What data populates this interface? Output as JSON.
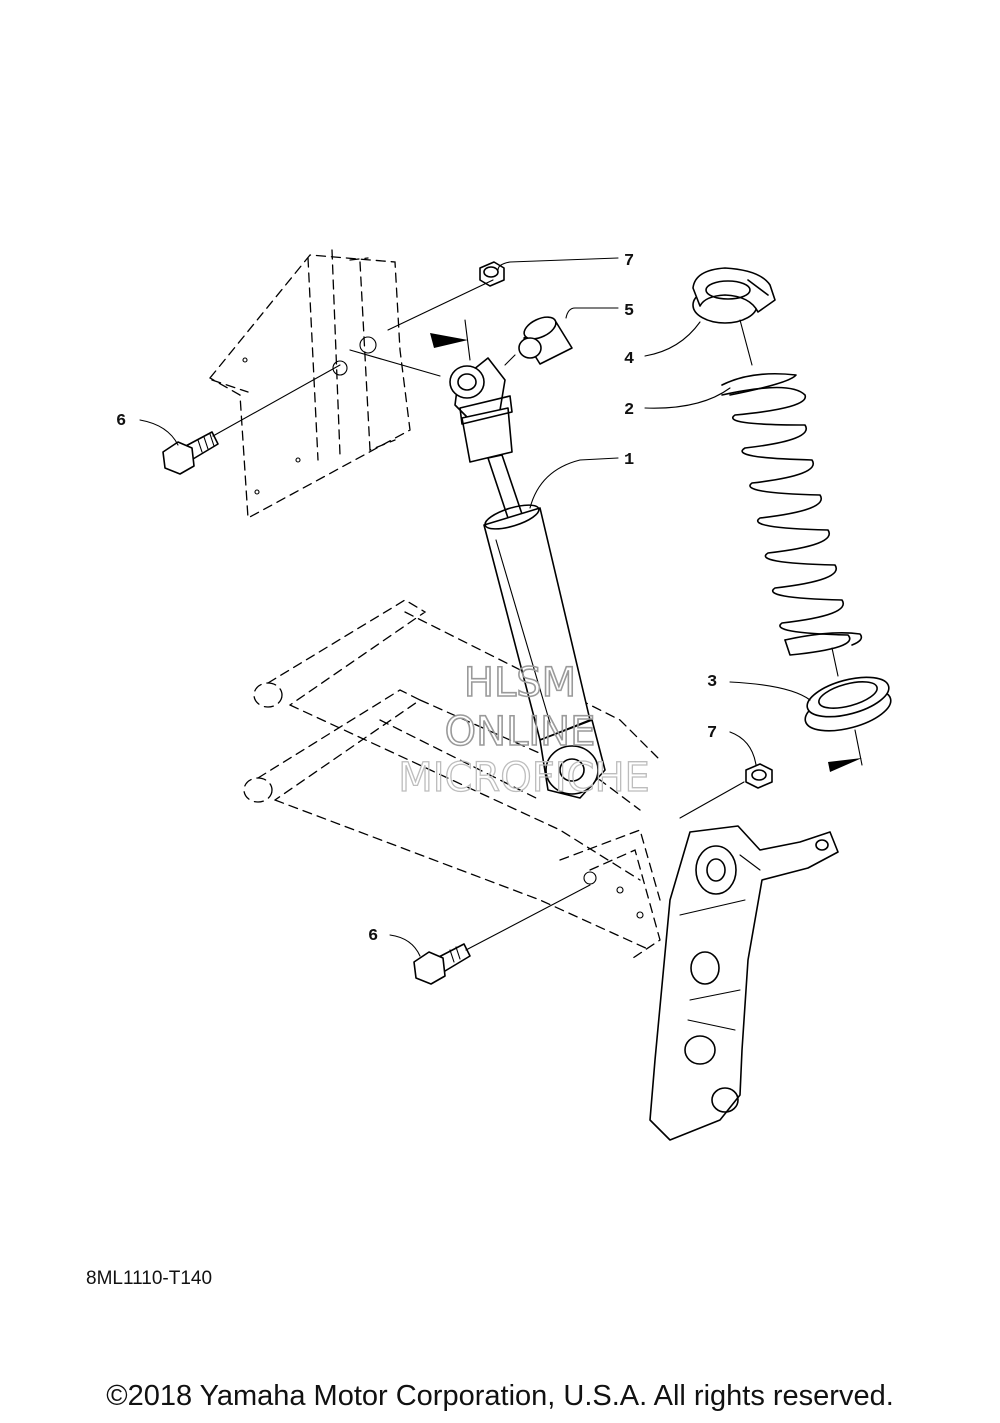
{
  "callouts": {
    "shock_absorber": "1",
    "spring": "2",
    "spring_seat_lower": "3",
    "spring_seat_upper": "4",
    "collar": "5",
    "bolt_upper": "6",
    "bolt_lower": "6",
    "nut_upper": "7",
    "nut_lower": "7"
  },
  "watermark": {
    "line1": "HLSM",
    "line2": "ONLINE",
    "line3": "MICROFICHE"
  },
  "drawing_code": "8ML1110-T140",
  "copyright": "©2018 Yamaha Motor Corporation, U.S.A. All rights reserved."
}
